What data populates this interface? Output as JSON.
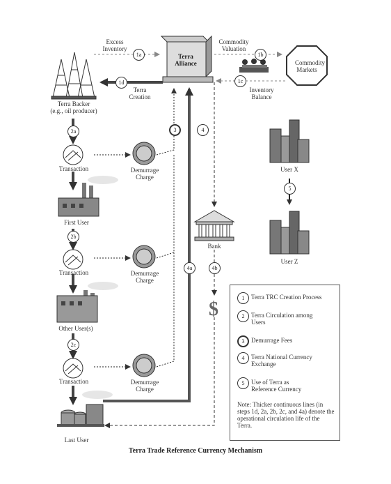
{
  "diagram": {
    "title": "Terra Trade Reference Currency Mechanism",
    "alliance": "Terra Alliance",
    "commodity_markets": "Commodity Markets",
    "labels": {
      "excess_inventory": "Excess Inventory",
      "commodity_valuation": "Commodity Valuation",
      "inventory_balance": "Inventory Balance",
      "terra_creation": "Terra Creation",
      "terra_backer": "Terra Backer",
      "terra_backer_sub": "(e.g., oil producer)",
      "transaction_1": "Transaction",
      "transaction_2": "Transaction",
      "transaction_3": "Transaction",
      "demurrage_1": "Demurrage Charge",
      "demurrage_2": "Demurrage Charge",
      "demurrage_3": "Demurrage Charge",
      "first_user": "First User",
      "other_users": "Other User(s)",
      "last_user": "Last User",
      "bank": "Bank",
      "user_x": "User X",
      "user_z": "User Z",
      "dollar": "$"
    },
    "steps": {
      "s1a": "1a",
      "s1b": "1b",
      "s1c": "1c",
      "s1d": "1d",
      "s2a": "2a",
      "s2b": "2b",
      "s2c": "2c",
      "s3": "3",
      "s4": "4",
      "s4a": "4a",
      "s4b": "4b",
      "s5": "5"
    }
  },
  "legend": {
    "items": [
      {
        "num": "1",
        "text": "Terra TRC Creation Process"
      },
      {
        "num": "2",
        "text": "Terra Circulation among Users"
      },
      {
        "num": "3",
        "text": "Demurrage Fees"
      },
      {
        "num": "4",
        "text": "Terra National Currency Exchange"
      },
      {
        "num": "5",
        "text": "Use of Terra as Reference Currency"
      }
    ],
    "note": "Note: Thicker continuous lines (in steps 1d, 2a, 2b, 2c, and 4a) denote the operational circulation life of the Terra."
  }
}
